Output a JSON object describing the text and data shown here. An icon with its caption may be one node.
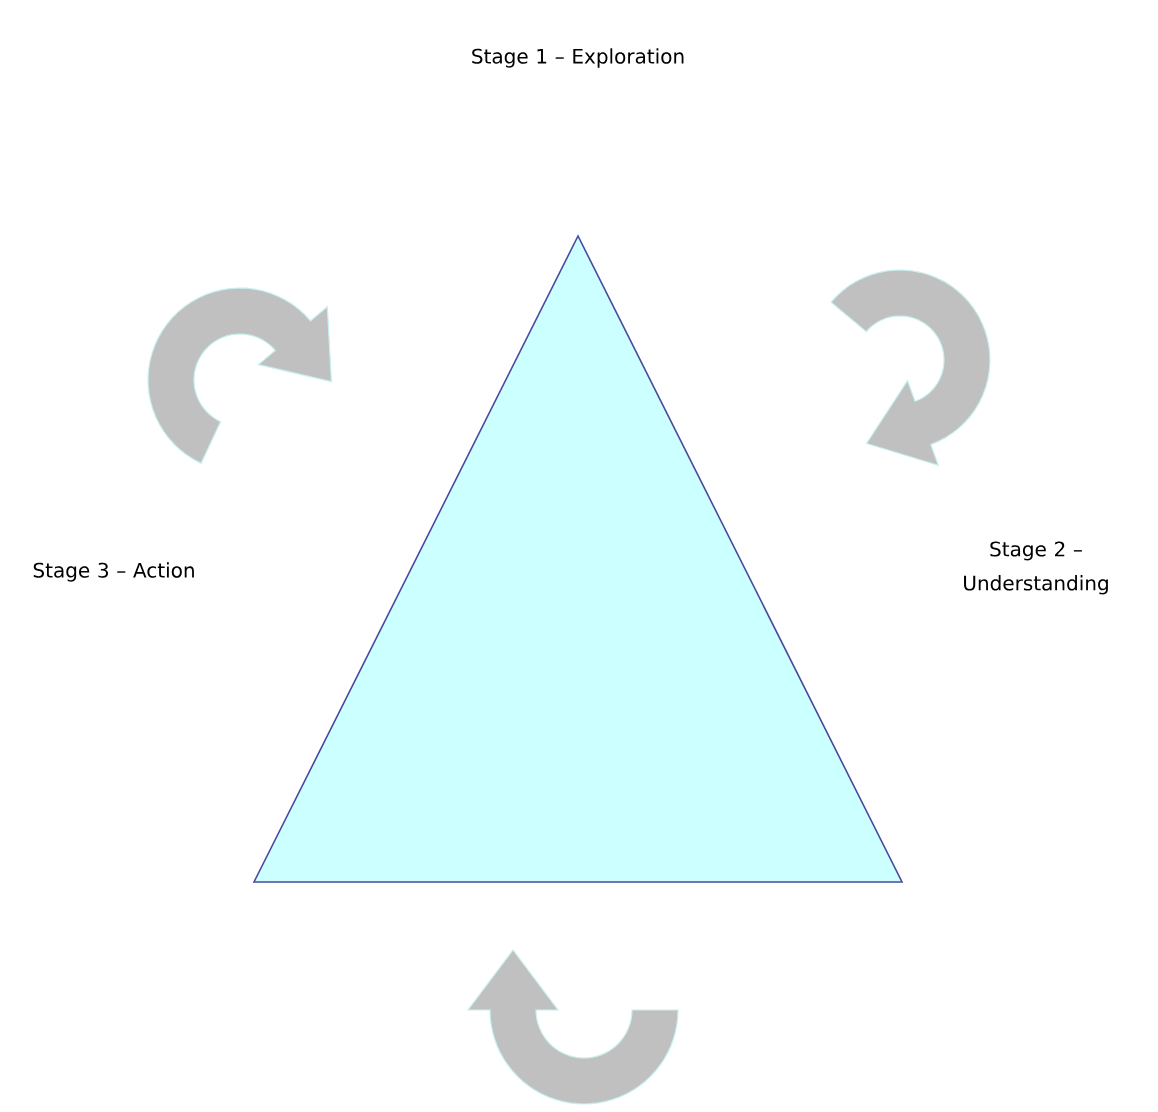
{
  "diagram": {
    "labels": [
      "Stage 1 – Exploration",
      "Stage 2 – Understanding",
      "Stage 3 – Action"
    ]
  }
}
